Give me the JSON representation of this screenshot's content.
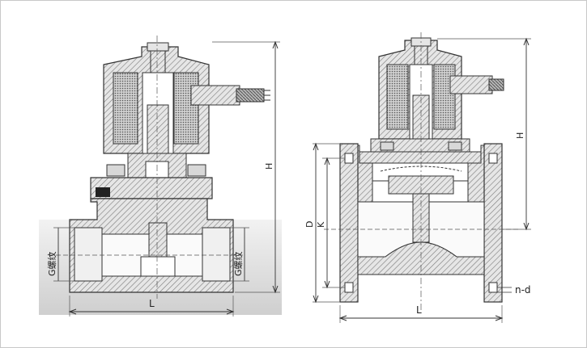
{
  "left_view": {
    "label_height": "H",
    "label_length": "L",
    "label_thread": "G螺纹"
  },
  "right_view": {
    "label_height": "H",
    "label_length": "L",
    "label_d": "D",
    "label_k": "K",
    "label_bolts": "n-d"
  },
  "colors": {
    "hatch": "#8c8c8c",
    "line": "#333333",
    "shade": "#dcdcdc"
  }
}
